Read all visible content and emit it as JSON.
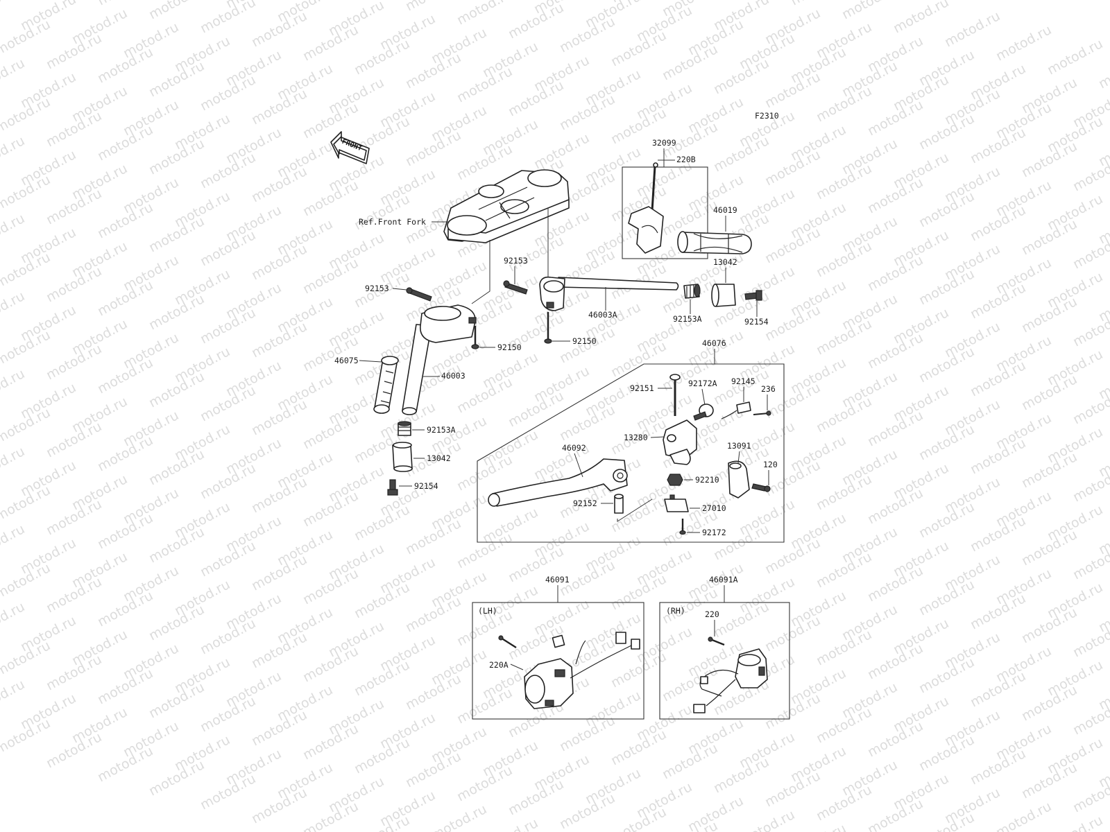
{
  "diagram_code": "F2310",
  "front_arrow_text": "FRONT",
  "watermark_text": "motod.ru",
  "ref_label": "Ref.Front Fork",
  "sub_labels": {
    "lh": "(LH)",
    "rh": "(RH)"
  },
  "parts": {
    "p32099": "32099",
    "p220B": "220B",
    "p46019": "46019",
    "p13042_r": "13042",
    "p92153_r": "92153",
    "p92153_l": "92153",
    "p46003A": "46003A",
    "p92153A_r": "92153A",
    "p92154_r": "92154",
    "p92150_r": "92150",
    "p92150_l": "92150",
    "p46075": "46075",
    "p46003": "46003",
    "p92153A_l": "92153A",
    "p13042_l": "13042",
    "p92154_l": "92154",
    "p46076": "46076",
    "p92151": "92151",
    "p92172A": "92172A",
    "p92145": "92145",
    "p236": "236",
    "p13280": "13280",
    "p46092": "46092",
    "p13091": "13091",
    "p120": "120",
    "p92210": "92210",
    "p92152": "92152",
    "p27010": "27010",
    "p92172": "92172",
    "p46091": "46091",
    "p46091A": "46091A",
    "p220A": "220A",
    "p220": "220"
  }
}
